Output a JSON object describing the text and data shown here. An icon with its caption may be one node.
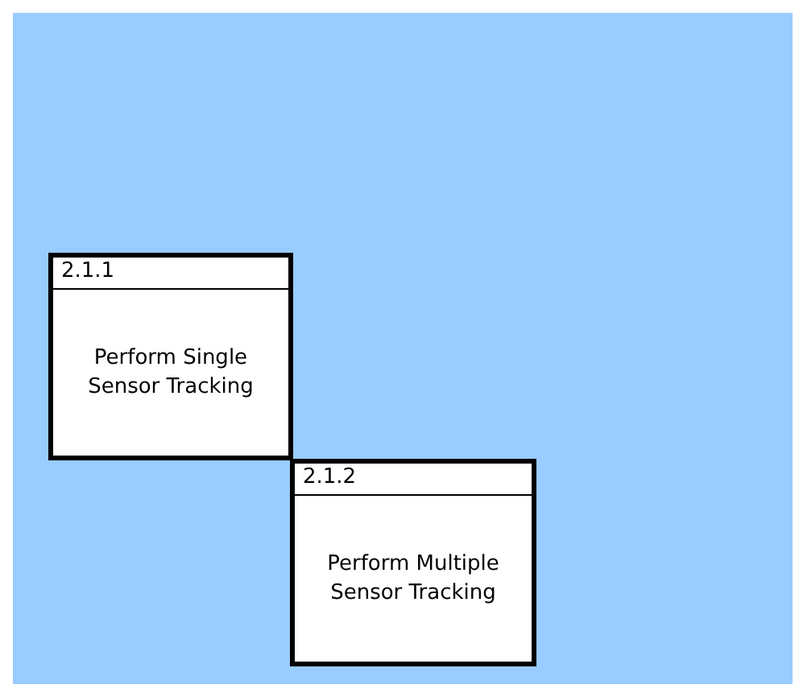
{
  "diagram": {
    "nodes": [
      {
        "text": [
          "2.1.1",
          "Perform Single Sensor Tracking"
        ]
      },
      {
        "text": [
          "2.1.2",
          "Perform Multiple Sensor Tracking"
        ]
      }
    ]
  }
}
